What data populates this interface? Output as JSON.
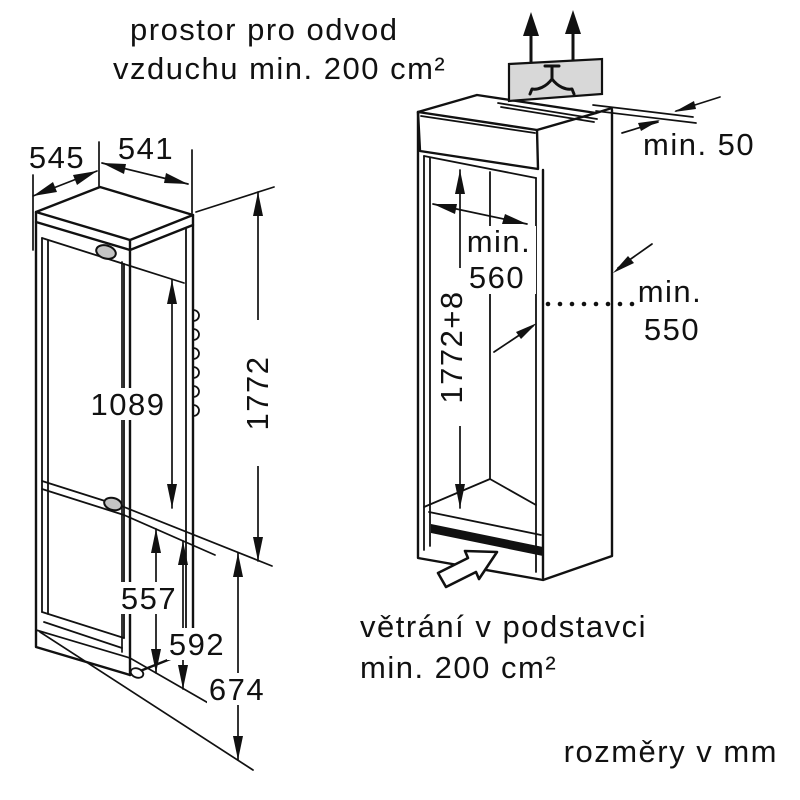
{
  "title_note": {
    "line1": "prostor pro odvod",
    "line2": "vzduchu min. 200 cm²"
  },
  "base_vent_note": {
    "line1": "větrání v podstavci",
    "line2": "min. 200 cm²"
  },
  "units_note": "rozměry v mm",
  "appliance": {
    "depth_mm": "545",
    "width_mm": "541",
    "upper_door_height_mm": "1089",
    "total_height_mm": "1772",
    "lower_door_height_mm": "557",
    "hinge_dim_mm": "592",
    "base_dim_mm": "674"
  },
  "niche": {
    "top_clearance": "min. 50",
    "width_label": "min.",
    "width_value": "560",
    "height_value": "1772+8",
    "depth_label": "min.",
    "depth_value": "550"
  },
  "colors": {
    "line": "#111111",
    "vent_panel_fill": "#d8d8d8",
    "hinge_fill": "#c4c4c4",
    "background": "#ffffff"
  }
}
